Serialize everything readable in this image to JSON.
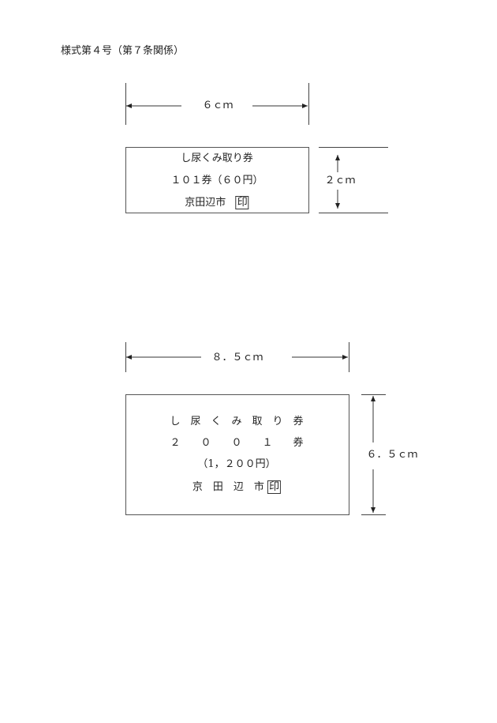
{
  "header": {
    "form_title": "様式第４号（第７条関係）"
  },
  "ticket_small": {
    "width_label": "６ｃｍ",
    "height_label": "２ｃｍ",
    "line1": "し尿くみ取り券",
    "line2": "１０１券（６０円）",
    "issuer": "京田辺市",
    "seal": "印"
  },
  "ticket_large": {
    "width_label": "８．５ｃｍ",
    "height_label": "６．５ｃｍ",
    "line1": "し　尿　く　み　取　り　券",
    "line2": "２　　０　　０　　１　　券",
    "line3": "（1，２００円）",
    "issuer": "京　田　辺　市",
    "seal": "印"
  }
}
